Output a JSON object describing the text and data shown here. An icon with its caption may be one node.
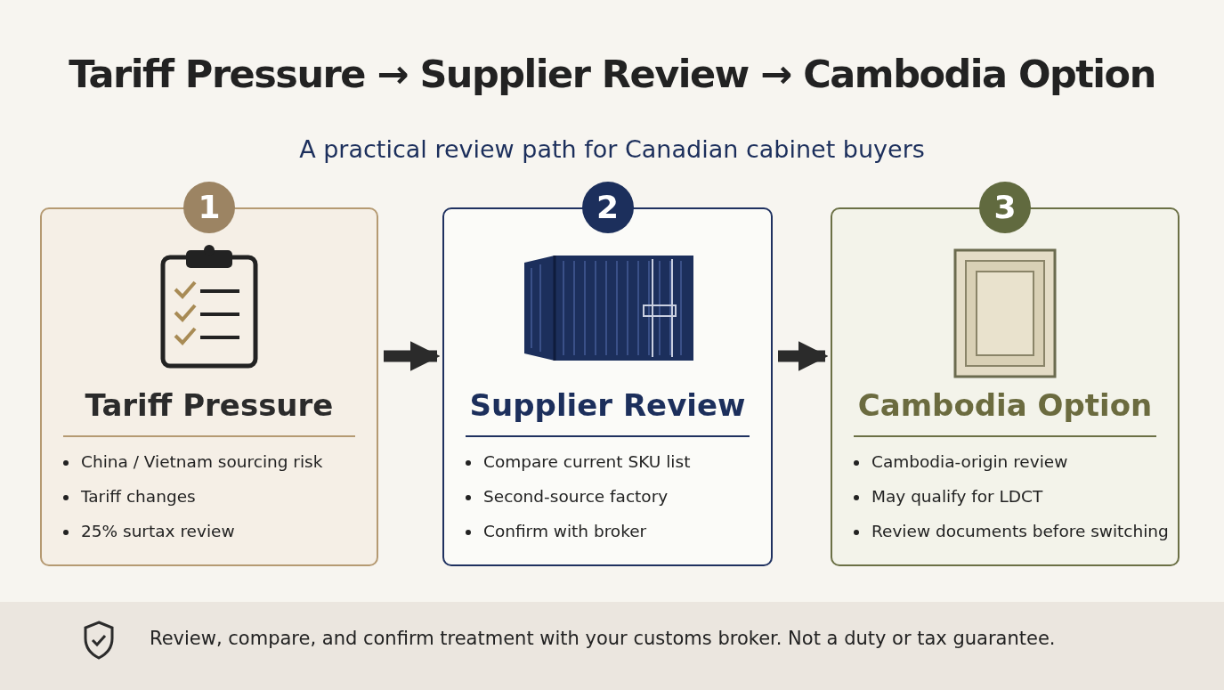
{
  "diagram": {
    "title": "Tariff Pressure → Supplier Review → Cambodia Option",
    "nodes": [
      {
        "text": [
          "1",
          "Tariff Pressure",
          "China / Vietnam sourcing risk",
          "Tariff changes",
          "25% surtax review"
        ]
      },
      {
        "text": [
          "2",
          "Supplier Review",
          "Compare current SKU list",
          "Second-source factory",
          "Confirm with broker"
        ]
      },
      {
        "text": [
          "3",
          "Cambodia Option",
          "Cambodia-origin review",
          "May qualify for LDCT",
          "Review documents before switching"
        ]
      }
    ],
    "edges": [
      {
        "from": 0,
        "to": 1,
        "arrow": "to"
      },
      {
        "from": 1,
        "to": 2,
        "arrow": "to"
      }
    ],
    "labels": [
      "A practical review path for Canadian cabinet buyers",
      "Review, compare, and confirm treatment with your customs broker. Not a duty or tax guarantee."
    ]
  }
}
